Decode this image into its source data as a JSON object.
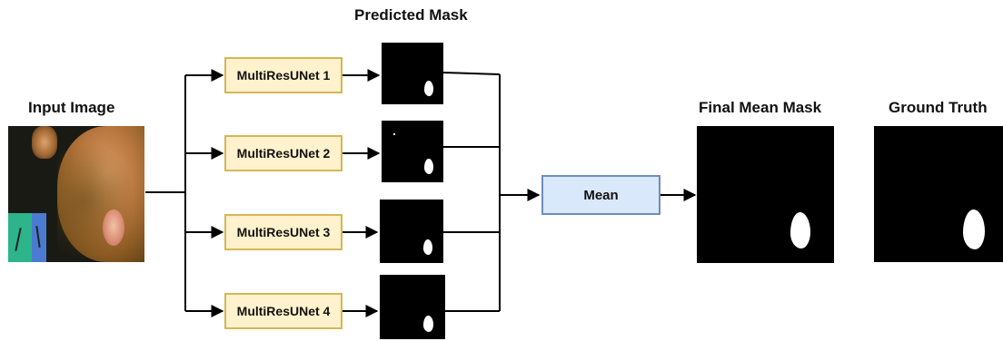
{
  "labels": {
    "input_image": "Input Image",
    "predicted_mask": "Predicted Mask",
    "final_mean_mask": "Final Mean Mask",
    "ground_truth": "Ground Truth"
  },
  "models": [
    {
      "label": "MultiResUNet 1"
    },
    {
      "label": "MultiResUNet 2"
    },
    {
      "label": "MultiResUNet 3"
    },
    {
      "label": "MultiResUNet 4"
    }
  ],
  "mean_label": "Mean",
  "colors": {
    "unet_fill": "#fff2cc",
    "unet_border": "#d6b656",
    "mean_fill": "#dae8fc",
    "mean_border": "#6c8ebf",
    "arrow": "#000000"
  },
  "icons": {
    "arrowhead": "filled-triangle"
  }
}
